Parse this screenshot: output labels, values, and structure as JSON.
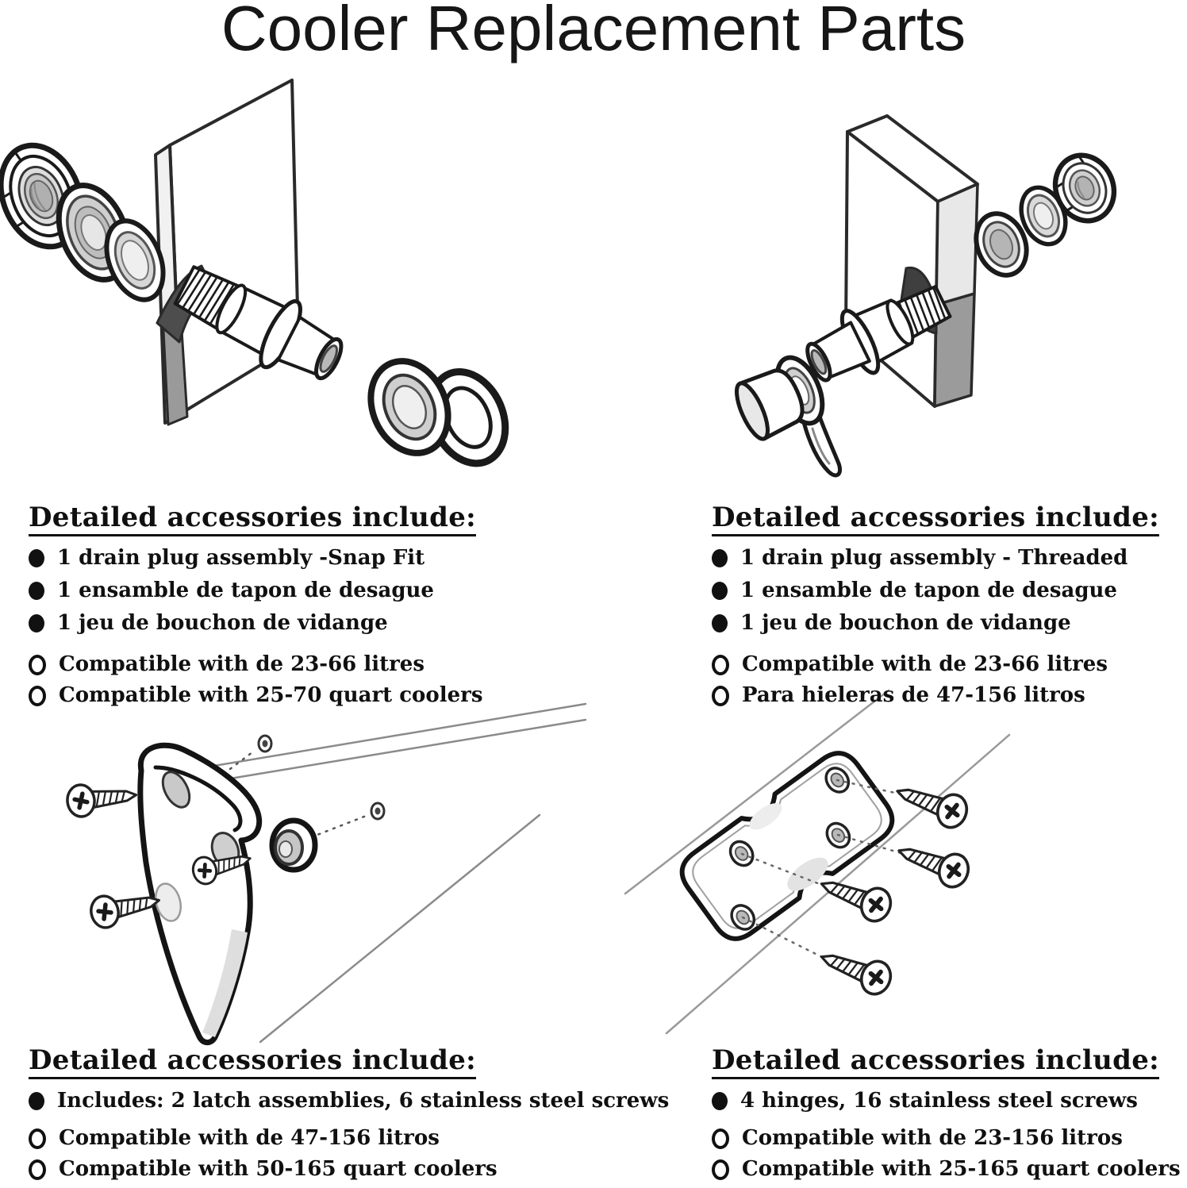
{
  "title": "Cooler Replacement Parts",
  "colors": {
    "background": "#ffffff",
    "text": "#101010",
    "line_art": "#1a1a1a",
    "shade_light": "#ececec",
    "shade_mid": "#b9b9b9",
    "shade_dark": "#4d4d4d"
  },
  "sections": [
    {
      "id": "snap-fit-drain-plug",
      "illustration": "snap-fit-drain-plug-exploded-view",
      "heading": "Detailed accessories include:",
      "included": [
        "1 drain plug assembly -Snap Fit",
        "1 ensamble de tapon de desague",
        "1 jeu de bouchon de vidange"
      ],
      "compatibility": [
        "Compatible with de 23-66 litres",
        "Compatible with 25-70 quart coolers"
      ]
    },
    {
      "id": "threaded-drain-plug",
      "illustration": "threaded-drain-plug-exploded-view",
      "heading": "Detailed accessories include:",
      "included": [
        "1 drain plug assembly - Threaded",
        "1 ensamble de tapon de desague",
        "1 jeu de bouchon de vidange"
      ],
      "compatibility": [
        "Compatible with de 23-66 litres",
        "Para hieleras de 47-156 litros"
      ]
    },
    {
      "id": "latch-kit",
      "illustration": "latch-assembly-exploded-view",
      "heading": "Detailed accessories include:",
      "included": [
        "Includes: 2 latch assemblies, 6 stainless steel screws"
      ],
      "compatibility": [
        "Compatible with de 47-156 litros",
        "Compatible with 50-165 quart coolers"
      ]
    },
    {
      "id": "hinge-kit",
      "illustration": "hinge-exploded-view",
      "heading": "Detailed accessories include:",
      "included": [
        "4 hinges, 16 stainless steel screws"
      ],
      "compatibility": [
        "Compatible with de 23-156 litros",
        "Compatible with 25-165 quart coolers"
      ]
    }
  ]
}
